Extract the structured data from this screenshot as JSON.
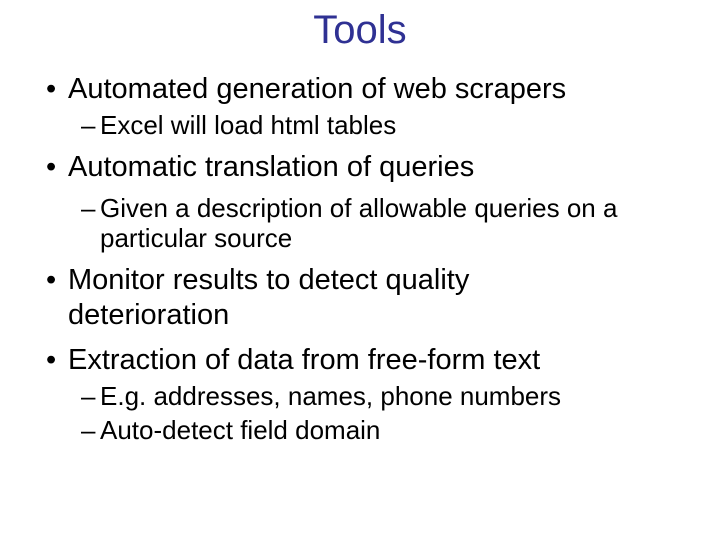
{
  "slide": {
    "title": "Tools",
    "colors": {
      "title": "#2f3193",
      "body_text": "#000000",
      "background": "#ffffff"
    },
    "markers": {
      "bullet": "•",
      "sub": "–"
    },
    "content": [
      {
        "level": 1,
        "lines": [
          "Automated generation of web scrapers"
        ]
      },
      {
        "level": 2,
        "lines": [
          "Excel will load html tables"
        ]
      },
      {
        "level": 1,
        "lines": [
          "Automatic translation of queries"
        ]
      },
      {
        "level": 2,
        "lines": [
          "Given a description of allowable queries on a",
          "particular source"
        ]
      },
      {
        "level": 1,
        "lines": [
          "Monitor results to detect quality",
          "deterioration"
        ]
      },
      {
        "level": 1,
        "lines": [
          "Extraction of data from free-form text"
        ]
      },
      {
        "level": 2,
        "lines": [
          "E.g. addresses, names, phone numbers"
        ]
      },
      {
        "level": 2,
        "lines": [
          "Auto-detect field domain"
        ]
      }
    ]
  }
}
